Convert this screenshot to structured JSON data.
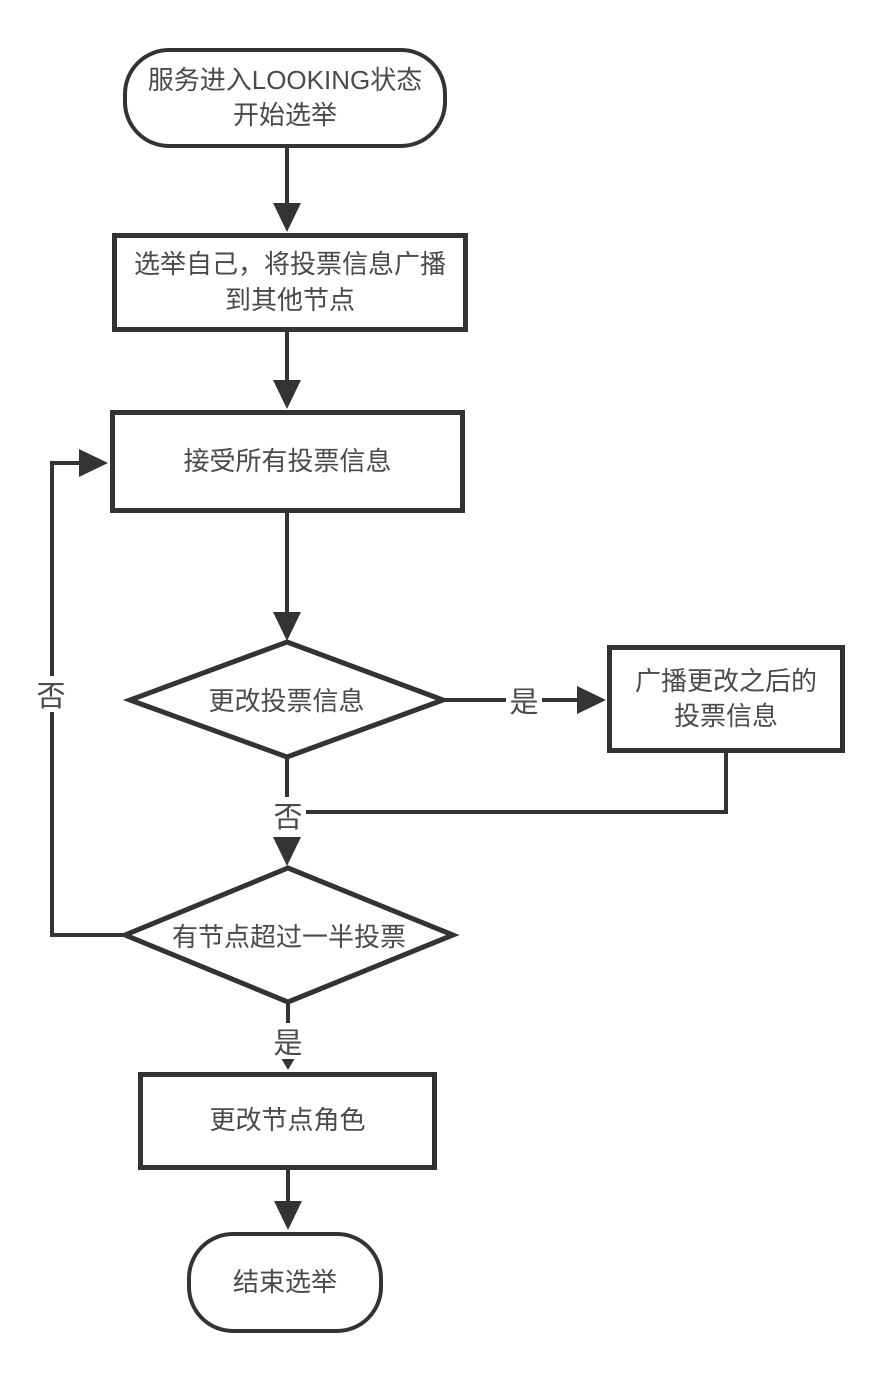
{
  "diagram": {
    "type": "flowchart",
    "background": "#ffffff",
    "stroke_color": "#333333",
    "text_color": "#4a4a4a",
    "nodes": {
      "start": {
        "type": "terminator",
        "label": "服务进入LOOKING状态\n开始选举"
      },
      "vote_self": {
        "type": "process",
        "label": "选举自己，将投票信息广播\n到其他节点"
      },
      "receive_votes": {
        "type": "process",
        "label": "接受所有投票信息"
      },
      "vote_changed": {
        "type": "decision",
        "label": "更改投票信息"
      },
      "broadcast_updated": {
        "type": "process",
        "label": "广播更改之后的\n投票信息"
      },
      "majority_vote": {
        "type": "decision",
        "label": "有节点超过一半投票"
      },
      "change_role": {
        "type": "process",
        "label": "更改节点角色"
      },
      "end": {
        "type": "terminator",
        "label": "结束选举"
      }
    },
    "edge_labels": {
      "vote_changed_yes": "是",
      "vote_changed_no": "否",
      "majority_no": "否",
      "majority_yes": "是"
    }
  }
}
